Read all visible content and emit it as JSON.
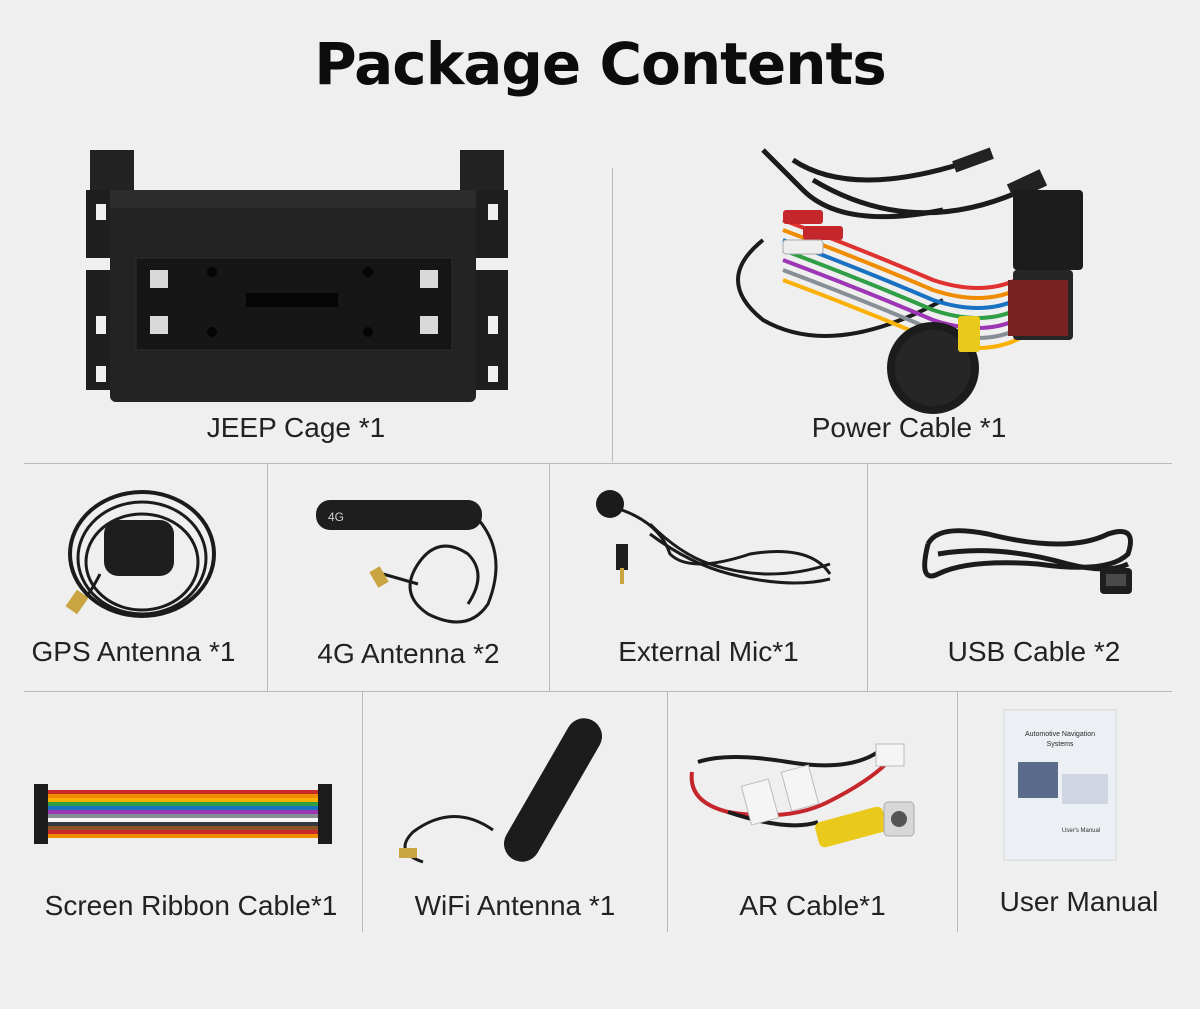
{
  "title": "Package Contents",
  "items": [
    {
      "name": "JEEP Cage",
      "label": "JEEP Cage *1"
    },
    {
      "name": "Power Cable",
      "label": "Power Cable *1"
    },
    {
      "name": "GPS Antenna",
      "label": "GPS Antenna *1"
    },
    {
      "name": "4G Antenna",
      "label": "4G Antenna *2"
    },
    {
      "name": "External Mic",
      "label": "External Mic*1"
    },
    {
      "name": "USB Cable",
      "label": "USB Cable *2"
    },
    {
      "name": "Screen Ribbon Cable",
      "label": "Screen Ribbon Cable*1"
    },
    {
      "name": "WiFi Antenna",
      "label": "WiFi Antenna *1"
    },
    {
      "name": "AR Cable",
      "label": "AR Cable*1"
    },
    {
      "name": "User Manual",
      "label": "User Manual"
    }
  ],
  "labels_on_items": {
    "antenna_4g": "4G",
    "manual_title_line1": "Automotive Navigation",
    "manual_title_line2": "Systems",
    "manual_subtitle": "User's Manual"
  },
  "colors": {
    "background": "#efefef",
    "divider": "#b9b9b9",
    "product_black": "#1c1c1c",
    "rca_yellow": "#e8c91c",
    "rca_red": "#c4262c"
  }
}
